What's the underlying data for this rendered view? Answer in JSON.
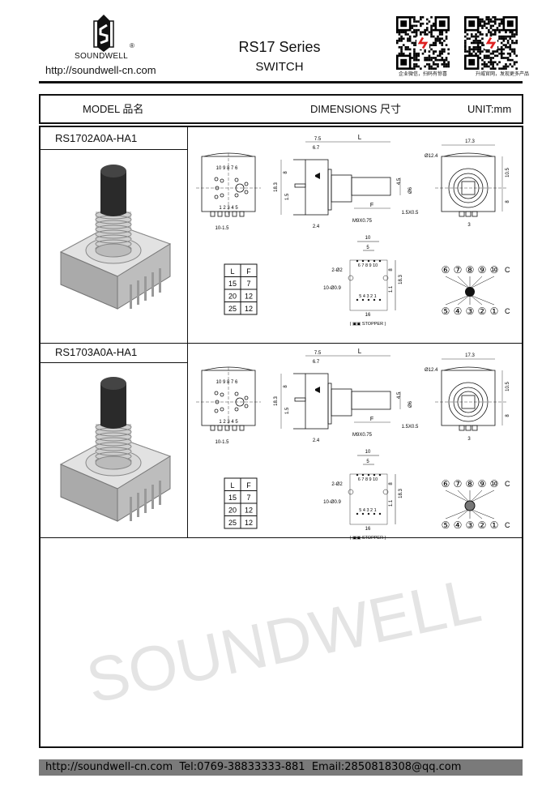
{
  "header": {
    "brand": "SOUNDWELL",
    "registered_mark": "®",
    "website": "http://soundwell-cn.com",
    "title": "RS17 Series",
    "subtitle": "SWITCH",
    "qr_codes": [
      {
        "caption": "企业微信，扫码有惊喜"
      },
      {
        "caption": "升威官网，发现更多产品"
      }
    ]
  },
  "table_header": {
    "model": "MODEL 品名",
    "dimensions": "DIMENSIONS 尺寸",
    "unit": "UNIT:mm"
  },
  "watermark": "SOUNDWELL",
  "sections": [
    {
      "model": "RS1702A0A-HA1",
      "front_pins_top": "10 9 8 7 6",
      "front_pins_bottom": "1 2 3 4 5",
      "dims": {
        "pitch": "10-1.5",
        "d75": "7.5",
        "d67": "6.7",
        "L": "L",
        "d183": "18.3",
        "d8": "8",
        "d15": "1.5",
        "d45": "4.5",
        "phi6": "Ø6",
        "F": "F",
        "chamfer": "1.5X0.5",
        "thread": "M9X0.75",
        "d24": "2.4",
        "d173": "17.3",
        "phi124": "Ø12.4",
        "d105": "10.5",
        "d8b": "8",
        "d3": "3",
        "p10": "10",
        "p5": "5",
        "pins_top": "6 7 8 9 10",
        "holes2": "2-Ø2",
        "holes10": "10-Ø0.9",
        "pins_bottom": "5 4 3 2 1",
        "p8": "8",
        "p11": "1.1",
        "p183": "18.3",
        "p16": "16",
        "stopper": "( ▣▣ STOPPER )"
      },
      "lf_table": {
        "headers": [
          "L",
          "F"
        ],
        "rows": [
          [
            "15",
            "7"
          ],
          [
            "20",
            "12"
          ],
          [
            "25",
            "12"
          ]
        ]
      },
      "circuit": {
        "top": [
          "⑥",
          "⑦",
          "⑧",
          "⑨",
          "⑩"
        ],
        "bottom": [
          "⑤",
          "④",
          "③",
          "②",
          "①"
        ],
        "common": "C",
        "hub": "solid"
      }
    },
    {
      "model": "RS1703A0A-HA1",
      "front_pins_top": "10 9 8 7 6",
      "front_pins_bottom": "1 2 3 4 5",
      "dims": {
        "pitch": "10-1.5",
        "d75": "7.5",
        "d67": "6.7",
        "L": "L",
        "d183": "18.3",
        "d8": "8",
        "d15": "1.5",
        "d45": "4.5",
        "phi6": "Ø6",
        "F": "F",
        "chamfer": "1.5X0.5",
        "thread": "M9X0.75",
        "d24": "2.4",
        "d173": "17.3",
        "phi124": "Ø12.4",
        "d105": "10.5",
        "d8b": "8",
        "d3": "3",
        "p10": "10",
        "p5": "5",
        "pins_top": "6 7 8 9 10",
        "holes2": "2-Ø2",
        "holes10": "10-Ø0.9",
        "pins_bottom": "5 4 3 2 1",
        "p8": "8",
        "p11": "1.1",
        "p183": "18.3",
        "p16": "16",
        "stopper": "( ▣▣ STOPPER )"
      },
      "lf_table": {
        "headers": [
          "L",
          "F"
        ],
        "rows": [
          [
            "15",
            "7"
          ],
          [
            "20",
            "12"
          ],
          [
            "25",
            "12"
          ]
        ]
      },
      "circuit": {
        "top": [
          "⑥",
          "⑦",
          "⑧",
          "⑨",
          "⑩"
        ],
        "bottom": [
          "⑤",
          "④",
          "③",
          "②",
          "①"
        ],
        "common": "C",
        "hub": "hatched"
      }
    }
  ],
  "footer": {
    "website": "http://soundwell-cn.com",
    "tel": "Tel:0769-38833333-881",
    "email": "Email:2850818308@qq.com"
  }
}
